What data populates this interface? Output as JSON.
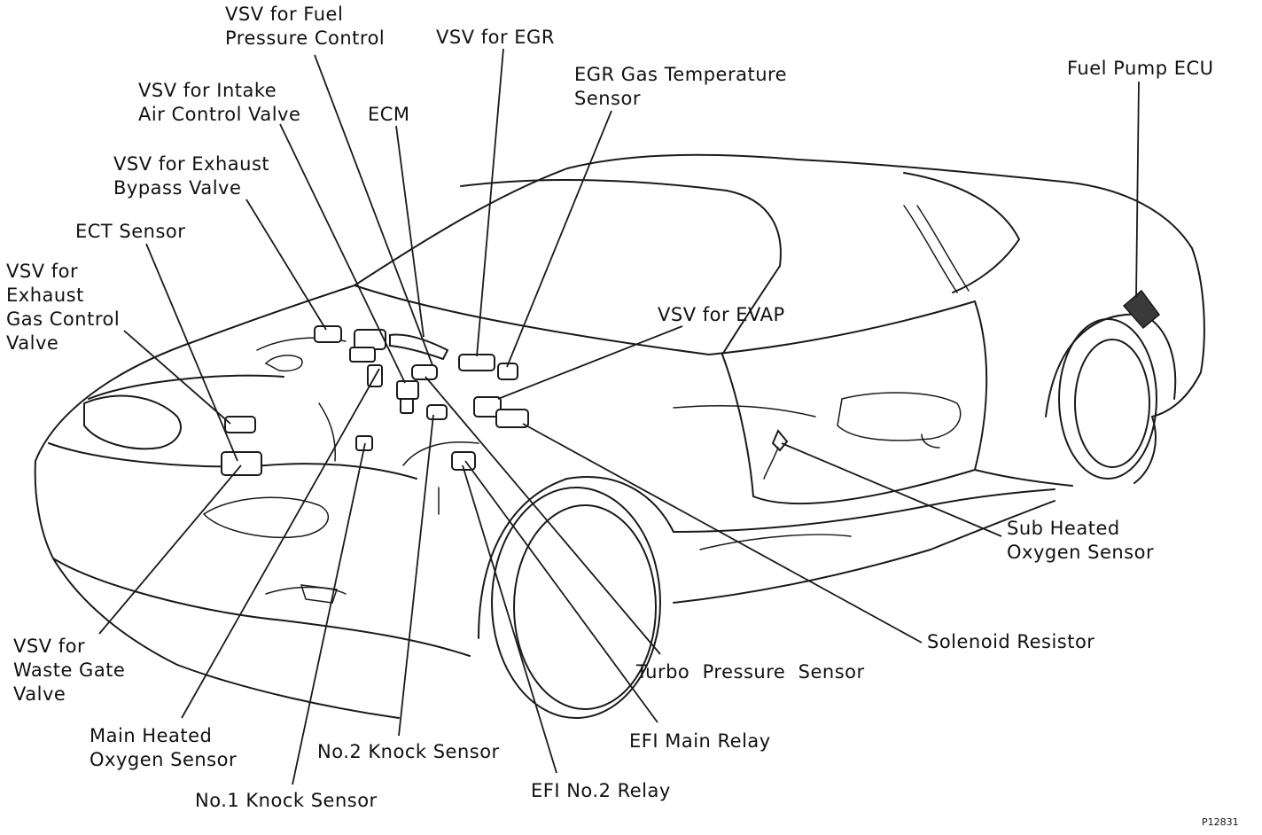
{
  "labels": {
    "vsv_fuel_pressure": [
      "VSV for Fuel",
      "Pressure Control"
    ],
    "vsv_egr": [
      "VSV for EGR"
    ],
    "vsv_intake": [
      "VSV for Intake",
      "Air Control Valve"
    ],
    "ecm": [
      "ECM"
    ],
    "egr_gas_temp": [
      "EGR Gas Temperature",
      "Sensor"
    ],
    "fuel_pump_ecu": [
      "Fuel Pump ECU"
    ],
    "vsv_exhaust_bypass": [
      "VSV for Exhaust",
      "Bypass Valve"
    ],
    "ect_sensor": [
      "ECT Sensor"
    ],
    "vsv_exhaust_gas": [
      "VSV for",
      "Exhaust",
      "Gas Control",
      "Valve"
    ],
    "vsv_evap": [
      "VSV for EVAP"
    ],
    "sub_heated_o2": [
      "Sub Heated",
      "Oxygen Sensor"
    ],
    "solenoid_resistor": [
      "Solenoid Resistor"
    ],
    "turbo_pressure": [
      "Turbo  Pressure  Sensor"
    ],
    "vsv_waste_gate": [
      "VSV for",
      "Waste Gate",
      "Valve"
    ],
    "main_heated_o2": [
      "Main Heated",
      "Oxygen Sensor"
    ],
    "no2_knock": [
      "No.2 Knock Sensor"
    ],
    "efi_main_relay": [
      "EFI Main Relay"
    ],
    "no1_knock": [
      "No.1 Knock Sensor"
    ],
    "efi_no2_relay": [
      "EFI No.2 Relay"
    ]
  },
  "figure_id": "P12831"
}
